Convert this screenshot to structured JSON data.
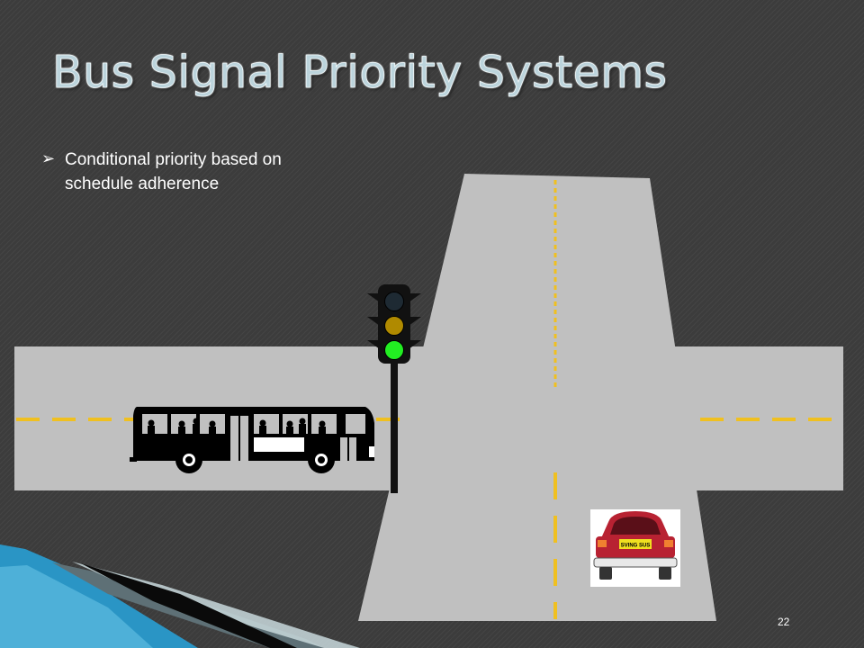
{
  "slide": {
    "title": "Bus Signal Priority Systems",
    "bullets": [
      {
        "marker": "➢",
        "text": "Conditional priority based on schedule adherence"
      }
    ],
    "page_number": "22",
    "illustration": {
      "traffic_signal": {
        "active_light": "green",
        "lights": [
          "red",
          "yellow",
          "green"
        ]
      },
      "bus_icon": "bus-silhouette-icon",
      "car_icon": "car-rear-icon",
      "car_plate": "SVING SUS"
    }
  },
  "colors": {
    "background": "#3c3c3c",
    "road": "#c0c0c0",
    "lane_marking": "#f0c020",
    "title": "#bcd4dc",
    "signal_off": "#1e2a33",
    "signal_yellow": "#b08a00",
    "signal_green": "#22ee22",
    "accent": "#2aa0d0"
  }
}
